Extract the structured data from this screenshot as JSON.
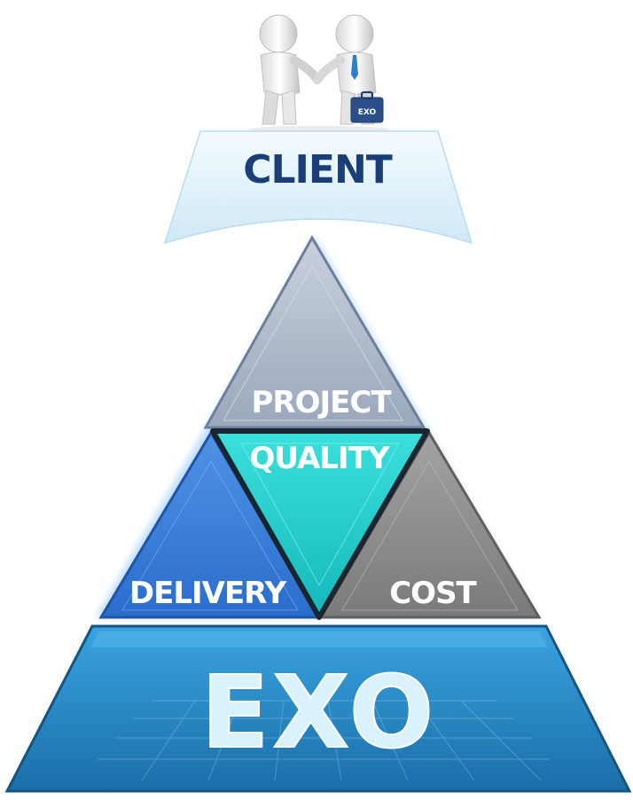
{
  "labels": {
    "client": "CLIENT",
    "project": "PROJECT",
    "quality": "QUALITY",
    "delivery": "DELIVERY",
    "cost": "COST",
    "base": "EXO",
    "briefcase": "EXO"
  },
  "colors": {
    "client_banner": "#e6f4fb",
    "client_text": "#1a3f78",
    "project": "#a7b3c7",
    "quality": "#27d0cf",
    "delivery": "#3d82dc",
    "cost": "#8f8f8f",
    "base": "#2f8fcf",
    "base_text": "#d9f2fb",
    "divider": "#1b2530"
  }
}
